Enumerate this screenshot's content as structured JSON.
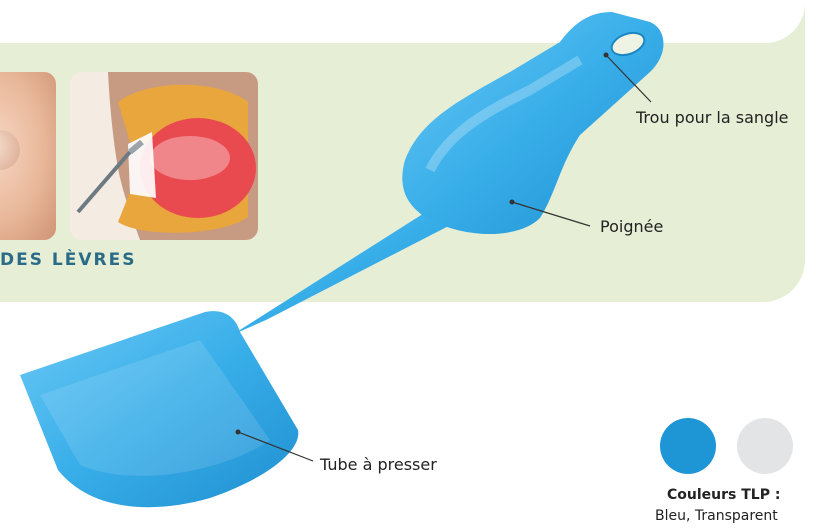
{
  "caption": "DES LÈVRES",
  "labels": {
    "strap_hole": "Trou pour la sangle",
    "handle": "Poignée",
    "squeeze_tube": "Tube à presser"
  },
  "colors_legend": {
    "title": "Couleurs TLP :",
    "values": "Bleu, Transparent",
    "swatches": [
      "#1e96d6",
      "#e3e4e6"
    ]
  },
  "colors": {
    "panel_bg": "#e6eed6",
    "product_blue": "#3aaee9",
    "caption_text": "#2a6b88"
  }
}
